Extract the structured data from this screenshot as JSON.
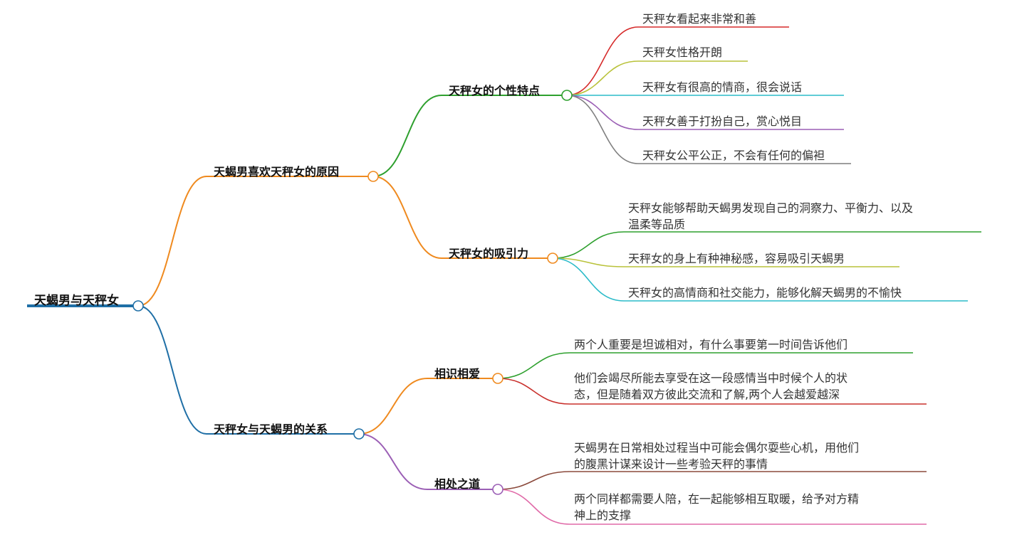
{
  "root": {
    "label": "天蝎男与天秤女",
    "color": "#1f6fa6"
  },
  "branches": [
    {
      "label": "天蝎男喜欢天秤女的原因",
      "color": "#ef8a1f",
      "children": [
        {
          "label": "天秤女的个性特点",
          "color": "#2ea02e",
          "leaves": [
            {
              "lines": [
                "天秤女看起来非常和善"
              ],
              "color": "#d62a2a"
            },
            {
              "lines": [
                "天秤女性格开朗"
              ],
              "color": "#b9c23a"
            },
            {
              "lines": [
                "天秤女有很高的情商，很会说话"
              ],
              "color": "#2bbbc9"
            },
            {
              "lines": [
                "天秤女善于打扮自己，赏心悦目"
              ],
              "color": "#9b5fb5"
            },
            {
              "lines": [
                "天秤女公平公正，不会有任何的偏袒"
              ],
              "color": "#7f7f7f"
            }
          ]
        },
        {
          "label": "天秤女的吸引力",
          "color": "#ef8a1f",
          "leaves": [
            {
              "lines": [
                "天秤女能够帮助天蝎男发现自己的洞察力、平衡力、以及",
                "温柔等品质"
              ],
              "color": "#2ea02e"
            },
            {
              "lines": [
                "天秤女的身上有种神秘感，容易吸引天蝎男"
              ],
              "color": "#b9c23a"
            },
            {
              "lines": [
                "天秤女的高情商和社交能力，能够化解天蝎男的不愉快"
              ],
              "color": "#2bbbc9"
            }
          ]
        }
      ]
    },
    {
      "label": "天秤女与天蝎男的关系",
      "color": "#1f6fa6",
      "children": [
        {
          "label": "相识相爱",
          "color": "#ef8a1f",
          "leaves": [
            {
              "lines": [
                "两个人重要是坦诚相对，有什么事要第一时间告诉他们"
              ],
              "color": "#2ea02e"
            },
            {
              "lines": [
                "他们会竭尽所能去享受在这一段感情当中时候个人的状",
                "态，但是随着双方彼此交流和了解,两个人会越爱越深"
              ],
              "color": "#c9302c"
            }
          ]
        },
        {
          "label": "相处之道",
          "color": "#9b5fb5",
          "leaves": [
            {
              "lines": [
                "天蝎男在日常相处过程当中可能会偶尔耍些心机，用他们",
                "的腹黑计谋来设计一些考验天秤的事情"
              ],
              "color": "#8b4a3c"
            },
            {
              "lines": [
                "两个同样都需要人陪，在一起能够相互取暖，给予对方精",
                "神上的支撑"
              ],
              "color": "#e06aa8"
            }
          ]
        }
      ]
    }
  ]
}
